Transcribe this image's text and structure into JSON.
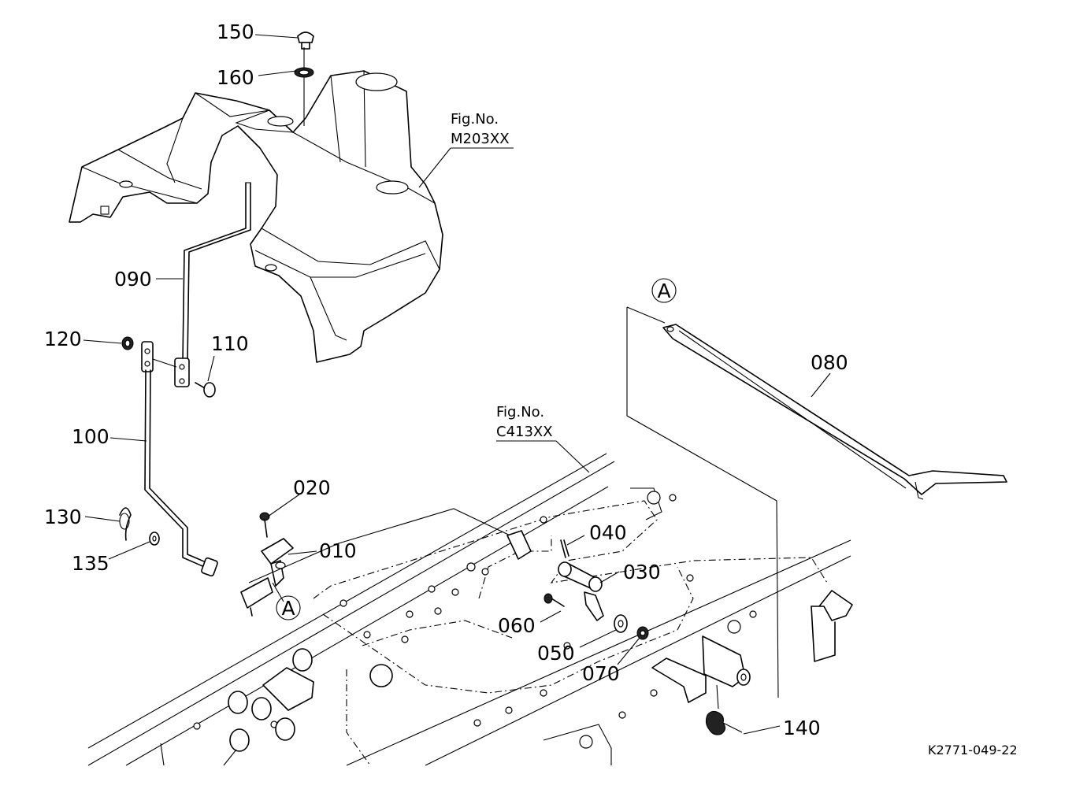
{
  "callouts": {
    "c150": "150",
    "c160": "160",
    "c090": "090",
    "c120": "120",
    "c110": "110",
    "c100": "100",
    "c130": "130",
    "c135": "135",
    "c020": "020",
    "c010": "010",
    "c040": "040",
    "c030": "030",
    "c060": "060",
    "c050": "050",
    "c070": "070",
    "c080": "080",
    "c140": "140"
  },
  "markers": {
    "a_top": "A",
    "a_bottom": "A"
  },
  "figure_refs": {
    "ref1_label": "Fig.No.",
    "ref1_code": "M203XX",
    "ref2_label": "Fig.No.",
    "ref2_code": "C413XX"
  },
  "drawing_code": "K2771-049-22"
}
